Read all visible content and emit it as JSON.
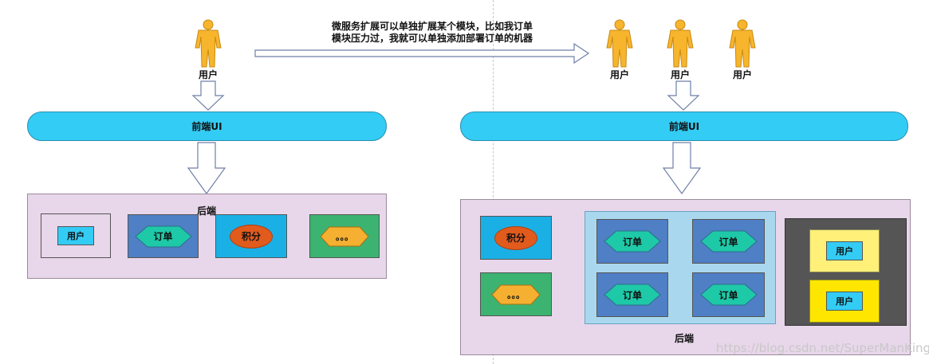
{
  "note": {
    "line1": "微服务扩展可以单独扩展某个模块，比如我订单",
    "line2": "模块压力过，我就可以单独添加部署订单的机器"
  },
  "left": {
    "user_label": "用户",
    "frontend_label": "前端UI",
    "backend_label": "后端",
    "modules": {
      "user": "用户",
      "order": "订单",
      "points": "积分",
      "more": "。。。"
    }
  },
  "right": {
    "user_labels": [
      "用户",
      "用户",
      "用户"
    ],
    "frontend_label": "前端UI",
    "backend_label": "后端",
    "points": "积分",
    "more": "。。。",
    "orders": [
      "订单",
      "订单",
      "订单",
      "订单"
    ],
    "users": [
      "用户",
      "用户"
    ]
  },
  "watermark": "https://blog.csdn.net/SuperManKings",
  "colors": {
    "person": "#f7b52d",
    "frontend": "#33ccf5",
    "backend_bg": "#e8d6ea",
    "order_bg": "#4f7fc4",
    "order_diamond": "#1ec9a8",
    "points_bg": "#1ab0e6",
    "points_ellipse": "#e15b1d",
    "more_bg": "#3cb371",
    "more_hex": "#f5b031",
    "order_cluster_bg": "#a9d8ee",
    "user_cluster_bg": "#555555",
    "user_box_light": "#fff07a",
    "user_box_bright": "#ffe600"
  },
  "icons": {
    "person": "person-icon",
    "arrow_down": "down-arrow-icon",
    "arrow_right": "right-arrow-icon"
  }
}
